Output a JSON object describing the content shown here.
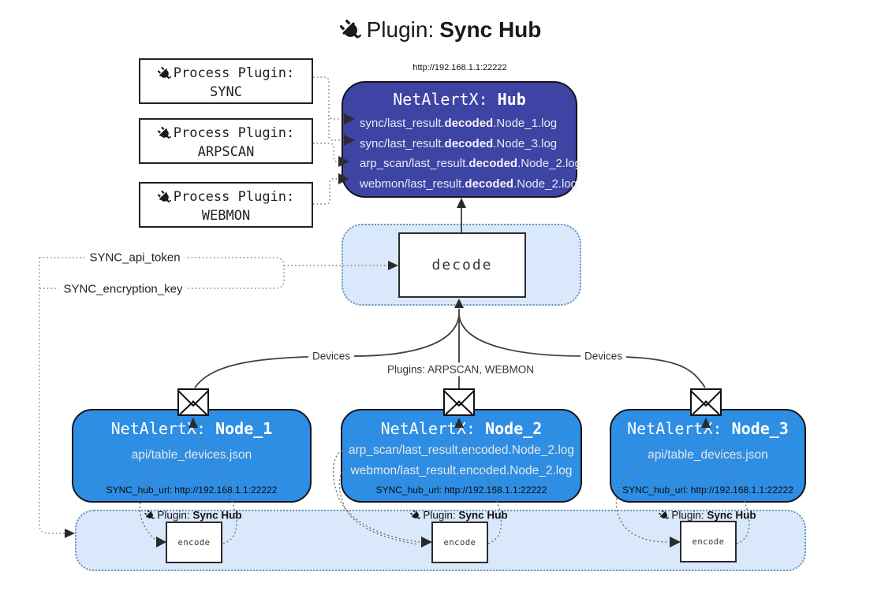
{
  "title": {
    "label": "Plugin: ",
    "name": "Sync Hub"
  },
  "process_plugins": [
    {
      "label": "Process Plugin:",
      "name": "SYNC"
    },
    {
      "label": "Process Plugin:",
      "name": "ARPSCAN"
    },
    {
      "label": "Process Plugin:",
      "name": "WEBMON"
    }
  ],
  "hub": {
    "url": "http://192.168.1.1:22222",
    "title_label": "NetAlertX: ",
    "title_name": "Hub",
    "files": [
      {
        "pre": "sync/last_result.",
        "bold": "decoded",
        "post": ".Node_1.log"
      },
      {
        "pre": "sync/last_result.",
        "bold": "decoded",
        "post": ".Node_3.log"
      },
      {
        "pre": "arp_scan/last_result.",
        "bold": "decoded",
        "post": ".Node_2.log"
      },
      {
        "pre": "webmon/last_result.",
        "bold": "decoded",
        "post": ".Node_2.log"
      }
    ]
  },
  "decode": {
    "label": "decode"
  },
  "keys": {
    "api_token": "SYNC_api_token",
    "encryption_key": "SYNC_encryption_key"
  },
  "links": {
    "devices_left": "Devices",
    "devices_right": "Devices",
    "plugins_middle": "Plugins: ARPSCAN, WEBMON"
  },
  "nodes": [
    {
      "title_label": "NetAlertX: ",
      "title_name": "Node_1",
      "files": [
        "api/table_devices.json"
      ],
      "hub_url": "SYNC_hub_url: http://192.168.1.1:22222"
    },
    {
      "title_label": "NetAlertX: ",
      "title_name": "Node_2",
      "files": [
        "arp_scan/last_result.encoded.Node_2.log",
        "webmon/last_result.encoded.Node_2.log"
      ],
      "hub_url": "SYNC_hub_url: http://192.168.1.1:22222"
    },
    {
      "title_label": "NetAlertX: ",
      "title_name": "Node_3",
      "files": [
        "api/table_devices.json"
      ],
      "hub_url": "SYNC_hub_url: http://192.168.1.1:22222"
    }
  ],
  "encoders": [
    {
      "label": "Plugin: ",
      "name": "Sync Hub",
      "box": "encode"
    },
    {
      "label": "Plugin: ",
      "name": "Sync Hub",
      "box": "encode"
    },
    {
      "label": "Plugin: ",
      "name": "Sync Hub",
      "box": "encode"
    }
  ],
  "colors": {
    "hub_fill": "#3E44A4",
    "node_fill": "#2D8EE3",
    "container_fill": "#D9E9FB",
    "container_border": "#6B93B0",
    "line": "#3F3F3F",
    "dotted_line": "#7D7D7D"
  }
}
